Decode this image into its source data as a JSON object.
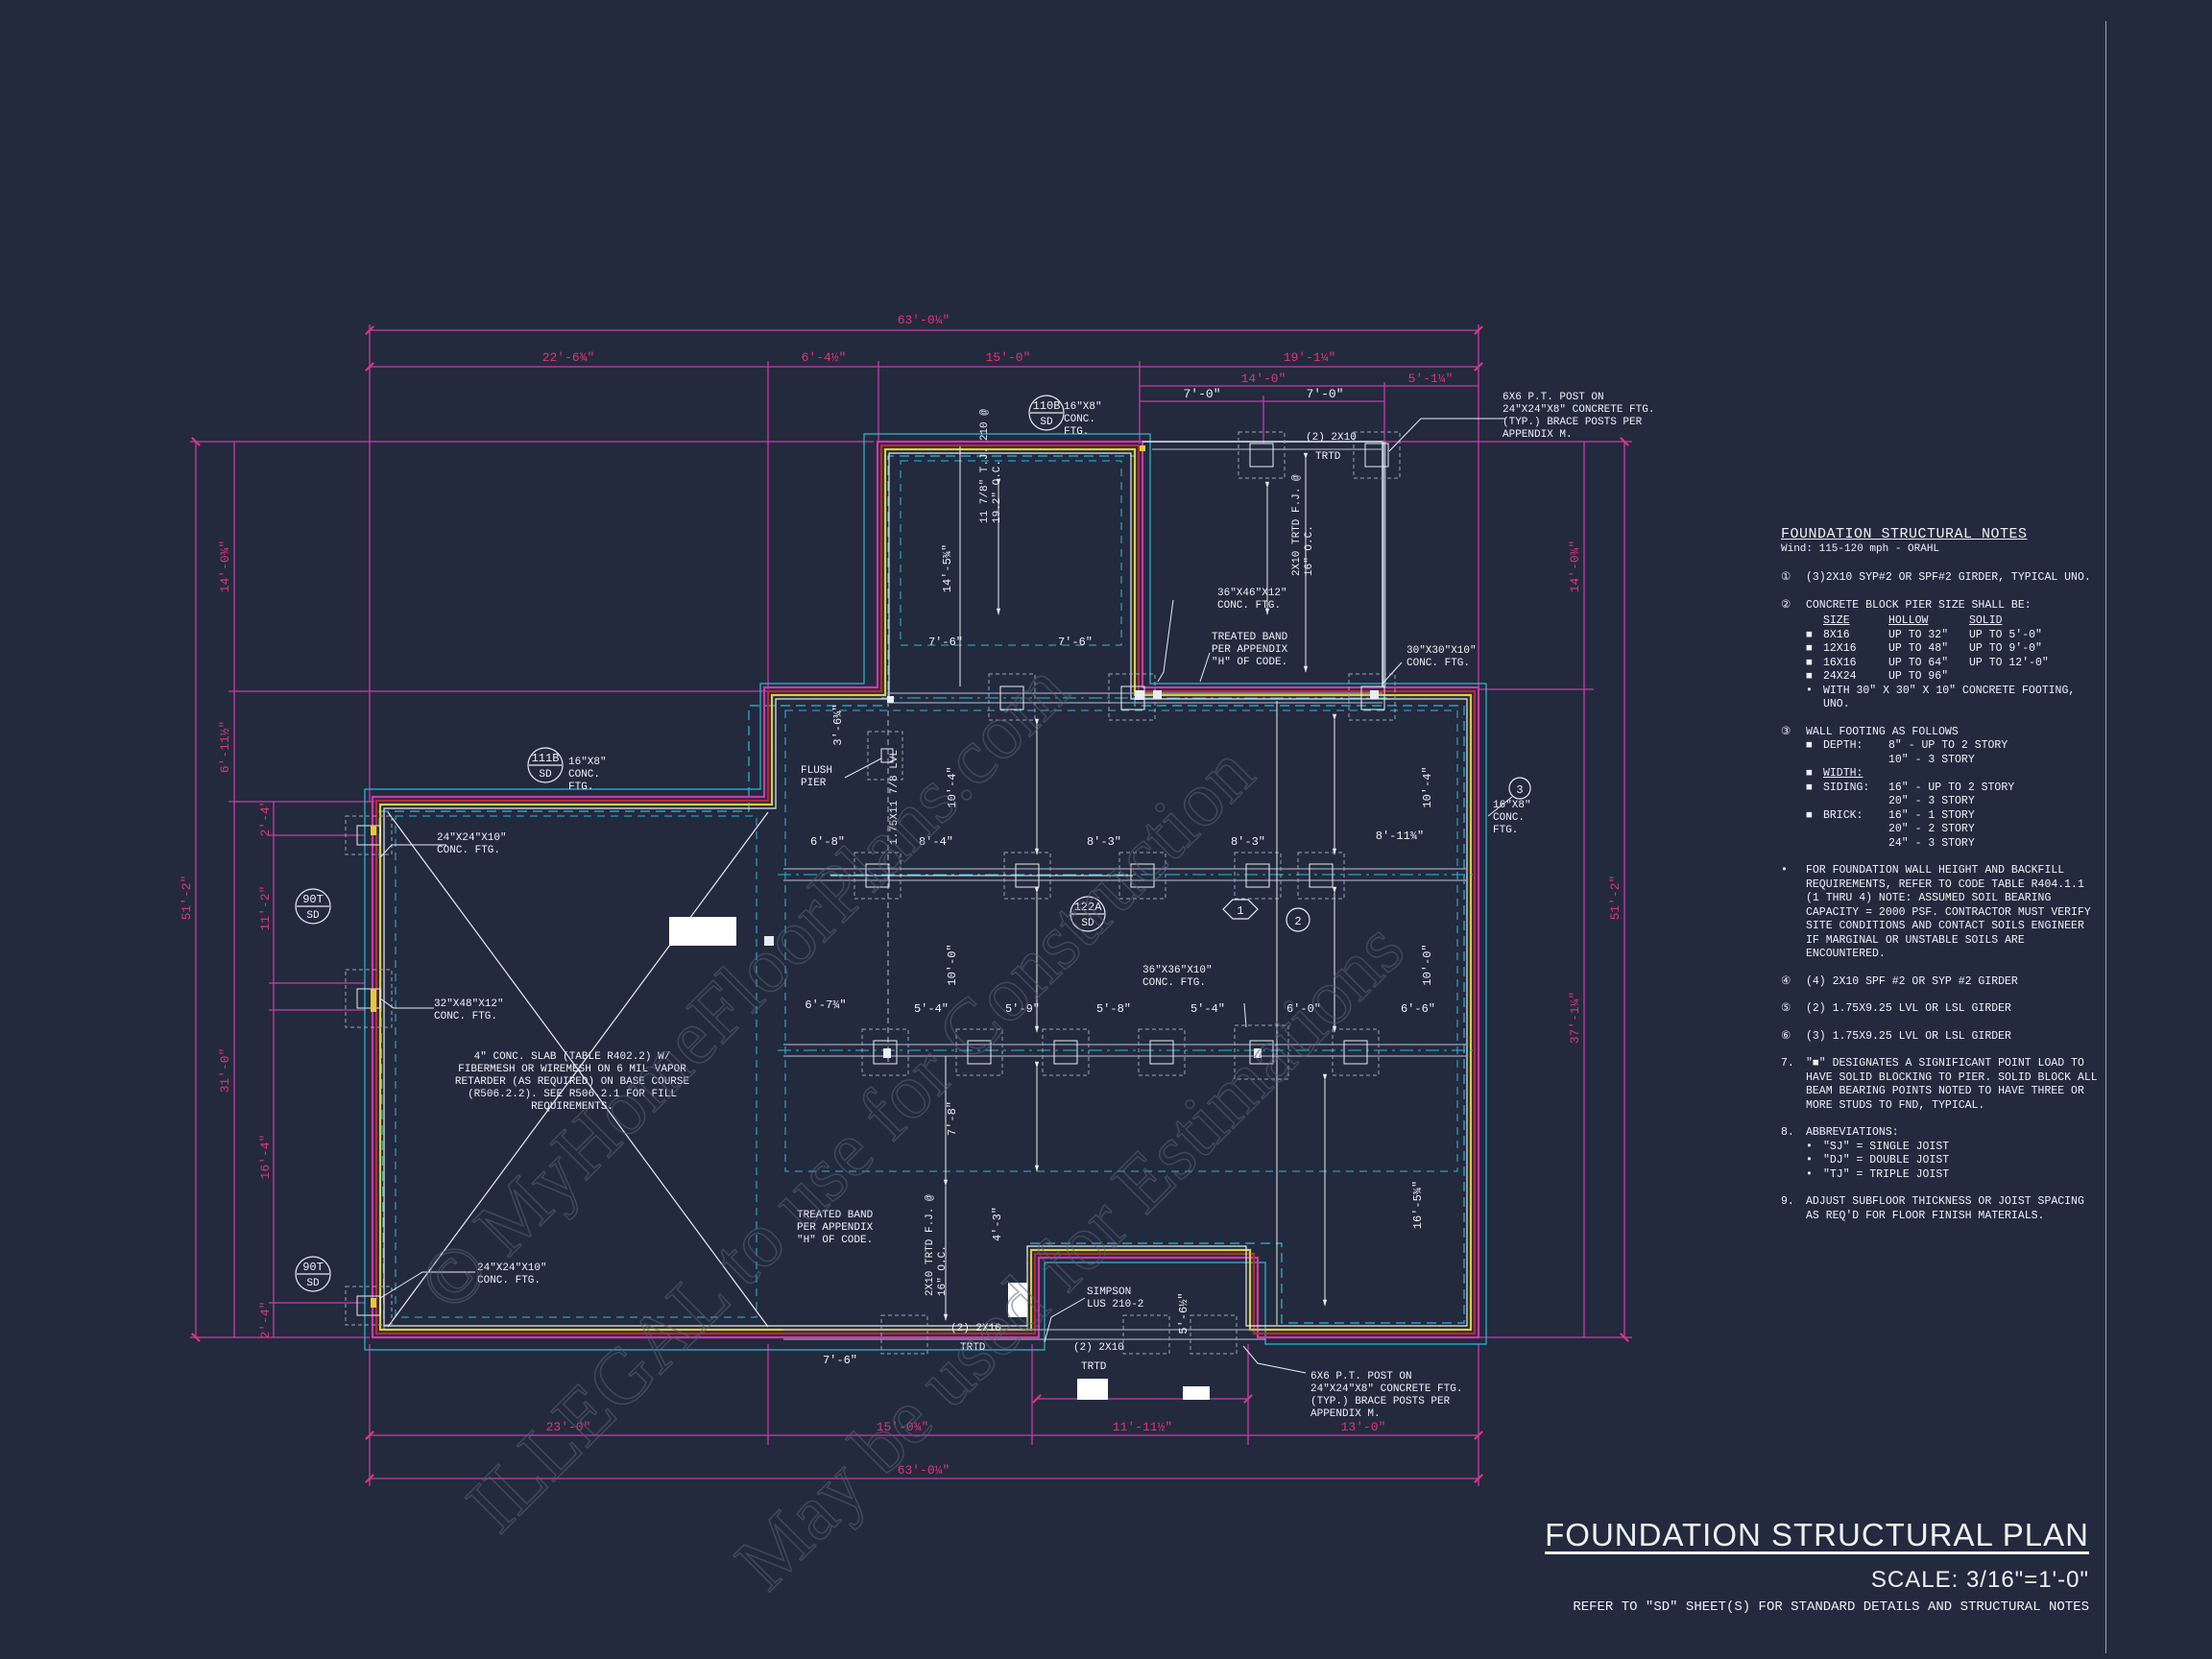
{
  "sheet": {
    "title": "FOUNDATION STRUCTURAL PLAN",
    "scale": "SCALE: 3/16\"=1'-0\"",
    "reference": "REFER TO \"SD\" SHEET(S) FOR STANDARD DETAILS AND STRUCTURAL NOTES"
  },
  "watermark": {
    "line1": "© MyHomeFloorPlans.com",
    "line2": "ILLEGAL to use for Construction",
    "line3": "May be used for Estimations"
  },
  "notes": {
    "title": "FOUNDATION STRUCTURAL NOTES",
    "wind": "Wind: 115-120 mph - ORAHL",
    "n1": "(3)2x10 SYP#2 OR SPF#2 GIRDER, TYPICAL UNO.",
    "n2": "CONCRETE BLOCK PIER SIZE SHALL BE:",
    "pier_headers": [
      "SIZE",
      "HOLLOW",
      "SOLID"
    ],
    "pier_rows": [
      [
        "8x16",
        "UP TO 32\"",
        "UP TO 5'-0\""
      ],
      [
        "12x16",
        "UP TO 48\"",
        "UP TO 9'-0\""
      ],
      [
        "16x16",
        "UP TO 64\"",
        "UP TO 12'-0\""
      ],
      [
        "24x24",
        "UP TO 96\"",
        ""
      ]
    ],
    "n2b": "WITH 30\" x 30\" x 10\" CONCRETE FOOTING, UNO.",
    "n3": "WALL FOOTING AS FOLLOWS",
    "depth_label": "DEPTH:",
    "depth_1": "8\" - UP TO 2 STORY",
    "depth_2": "10\" - 3 STORY",
    "width_label": "WIDTH:",
    "siding_label": "SIDING:",
    "siding_1": "16\" - UP TO 2 STORY",
    "siding_2": "20\" - 3 STORY",
    "brick_label": "BRICK:",
    "brick_1": "16\" - 1 STORY",
    "brick_2": "20\" - 2 STORY",
    "brick_3": "24\" - 3 STORY",
    "n3b": "FOR FOUNDATION WALL HEIGHT AND BACKFILL REQUIREMENTS, REFER TO CODE TABLE R404.1.1 (1 THRU 4) NOTE: ASSUMED SOIL BEARING CAPACITY = 2000 PSF. CONTRACTOR MUST VERIFY SITE CONDITIONS AND CONTACT SOILS ENGINEER IF MARGINAL OR UNSTABLE SOILS ARE ENCOUNTERED.",
    "n4": "(4) 2x10 SPF #2 OR SYP #2 GIRDER",
    "n5": "(2) 1.75x9.25 LVL OR LSL GIRDER",
    "n6": "(3) 1.75x9.25 LVL OR LSL GIRDER",
    "n7": "\"■\" DESIGNATES A SIGNIFICANT POINT LOAD TO HAVE SOLID BLOCKING TO PIER. SOLID BLOCK ALL BEAM BEARING POINTS NOTED TO HAVE THREE OR MORE STUDS TO FND, TYPICAL.",
    "n8": "ABBREVIATIONS:",
    "abbr": [
      "\"SJ\" = SINGLE JOIST",
      "\"DJ\" = DOUBLE JOIST",
      "\"TJ\" = TRIPLE JOIST"
    ],
    "n9": "ADJUST SUBFLOOR THICKNESS OR JOIST SPACING AS REQ'D FOR FLOOR FINISH MATERIALS."
  },
  "dimensions": {
    "overall_top": "63'-0¼\"",
    "overall_bottom": "63'-0¼\"",
    "top_segments": [
      "22'-6¾\"",
      "6'-4½\"",
      "15'-0\"",
      "19'-1¼\""
    ],
    "top_right": [
      "14'-0\"",
      "5'-1¼\""
    ],
    "top_inner": [
      "7'-0\"",
      "7'-0\""
    ],
    "bottom_segments": [
      "23'-0\"",
      "15'-0¾\"",
      "11'-11½\"",
      "13'-0\""
    ],
    "left_overall": "51'-2\"",
    "left_segments": [
      "14'-0¾\"",
      "6'-11½\"",
      "31'-0\""
    ],
    "left_inner": [
      "2'-4\"",
      "11'-2\"",
      "16'-4\"",
      "2'-4\""
    ],
    "right_overall": "51'-2\"",
    "right_segments": [
      "14'-0¾\"",
      "37'-1¼\""
    ],
    "row1": [
      "6'-8\"",
      "8'-4\"",
      "8'-3\"",
      "8'-3\"",
      "8'-11¾\""
    ],
    "row2": [
      "6'-7¾\"",
      "5'-4\"",
      "5'-9\"",
      "5'-8\"",
      "5'-4\"",
      "6'-0\"",
      "6'-6\""
    ],
    "porch_top": [
      "7'-6\"",
      "7'-6\""
    ],
    "bottom_small": "7'-6\"",
    "vert_labels": [
      "14'-5¾\"",
      "10'-4\"",
      "10'-0\"",
      "10'-4\"",
      "7'-8\"",
      "16'-5¾\"",
      "10'-0\"",
      "4'-3\"",
      "5'-6½\"",
      "3'-6¾\""
    ]
  },
  "callouts": {
    "post_top": "6x6 P.T. POST ON 24\"x24\"x8\" CONCRETE FTG. (TYP.) BRACE POSTS PER APPENDIX M.",
    "post_bottom": "6x6 P.T. POST ON 24\"x24\"x8\" CONCRETE FTG. (TYP.) BRACE POSTS PER APPENDIX M.",
    "ftg_16x8_a": "16\"x8\" CONC. FTG.",
    "ftg_16x8_b": "16\"x8\" CONC. FTG.",
    "ftg_16x8_c": "16\"x8\" CONC. FTG.",
    "ftg_36x46": "36\"x46\"x12\" CONC. FTG.",
    "ftg_30x30": "30\"x30\"x10\" CONC. FTG.",
    "ftg_24a": "24\"x24\"x10\" CONC. FTG.",
    "ftg_24b": "24\"x24\"x10\" CONC. FTG.",
    "ftg_32x48": "32\"x48\"x12\" CONC. FTG.",
    "ftg_36x36": "36\"x36\"x10\" CONC. FTG.",
    "band_top": "TREATED BAND PER APPENDIX \"H\" OF CODE.",
    "band_bottom": "TREATED BAND PER APPENDIX \"H\" OF CODE.",
    "flush_pier": "FLUSH PIER",
    "slab": "4\" CONC. SLAB (TABLE R402.2) w/ FIBERMESH OR WIREMESH ON 6 MIL VAPOR RETARDER (AS REQUIRED) ON BASE COURSE (R506.2.2). SEE R506.2.1 FOR FILL REQUIREMENTS.",
    "simpson": "SIMPSON LUS 210-2",
    "twox10_a": "(2) 2x10",
    "trtd_a": "TRTD",
    "twox10_b": "(2) 2x10",
    "trtd_b": "TRTD",
    "twox10_c": "(2) 2x10",
    "trtd_c": "TRTD",
    "joist_a": "11 7/8\" T.J. 210 @ 19.2\" O.C.",
    "joist_b": "2x10 TRTD F.J. @ 16\" O.C.",
    "joist_c": "2x10 TRTD F.J. @ 16\" O.C.",
    "sj": "1.75x11 7/8 LVL",
    "tags": [
      "110B",
      "SD",
      "111B",
      "SD",
      "122A",
      "SD",
      "90T",
      "SD",
      "90T",
      "SD"
    ],
    "markers": [
      "1",
      "2",
      "3"
    ]
  }
}
